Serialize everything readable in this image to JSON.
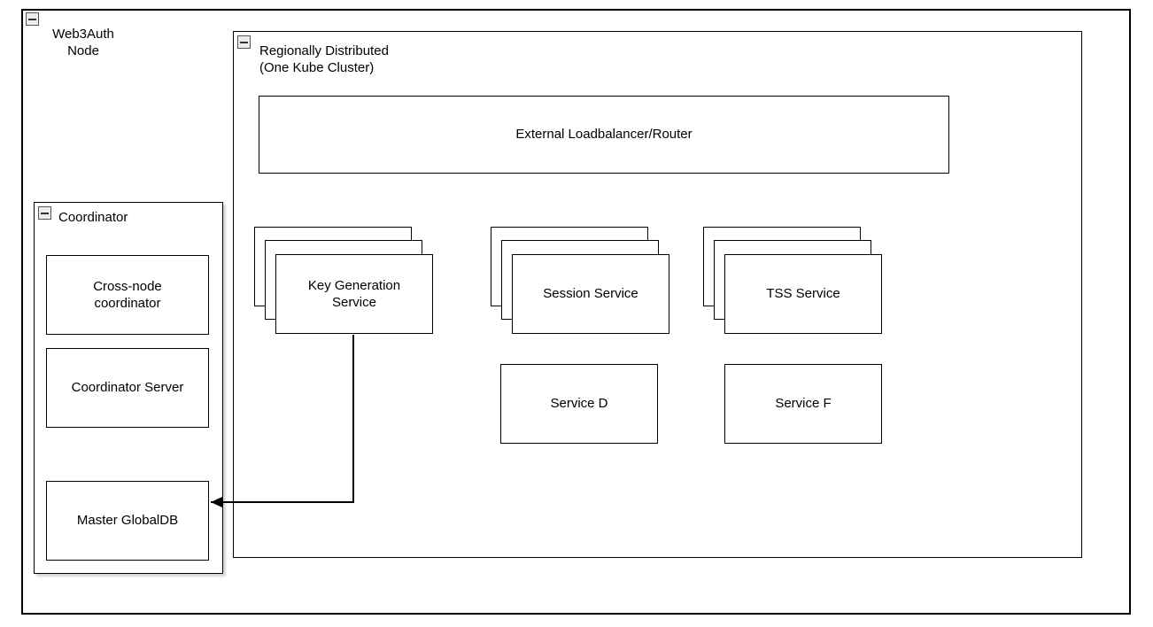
{
  "diagram": {
    "web3auth_node": {
      "label": "Web3Auth\nNode"
    },
    "regionally_distributed": {
      "label": "Regionally Distributed\n(One Kube Cluster)"
    },
    "external_loadbalancer": {
      "label": "External Loadbalancer/Router"
    },
    "key_generation_service": {
      "label": "Key Generation\nService"
    },
    "session_service": {
      "label": "Session Service"
    },
    "tss_service": {
      "label": "TSS Service"
    },
    "service_d": {
      "label": "Service D"
    },
    "service_f": {
      "label": "Service F"
    },
    "coordinator": {
      "label": "Coordinator"
    },
    "cross_node_coordinator": {
      "label": "Cross-node\ncoordinator"
    },
    "coordinator_server": {
      "label": "Coordinator Server"
    },
    "master_globaldb": {
      "label": "Master GlobalDB"
    },
    "icons": {
      "collapse_glyph": "minus"
    },
    "colors": {
      "border": "#000000",
      "background": "#ffffff",
      "shadow": "#d5d5d5"
    }
  }
}
